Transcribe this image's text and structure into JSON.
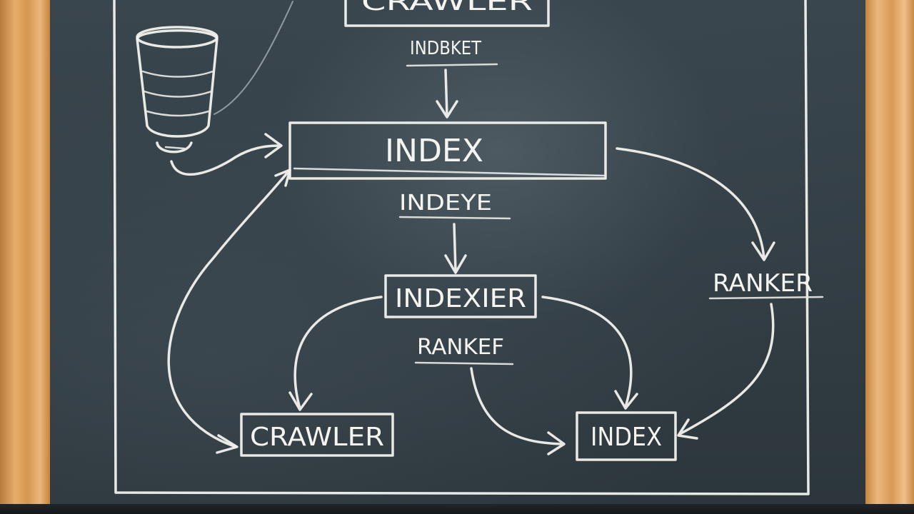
{
  "diagram": {
    "nodes": {
      "top_box": "CRAWLER",
      "top_label": "INDBKET",
      "index_main": "INDEX",
      "index_sub_label": "INDEYE",
      "indexer": "INDEXIER",
      "rank_label": "RANKEF",
      "ranker": "RANKER",
      "crawler_bottom": "CRAWLER",
      "index_bottom": "INDEX"
    }
  },
  "colors": {
    "board": "#333e45",
    "chalk": "#f2f2ee",
    "frame_wood": "#d6974f"
  }
}
